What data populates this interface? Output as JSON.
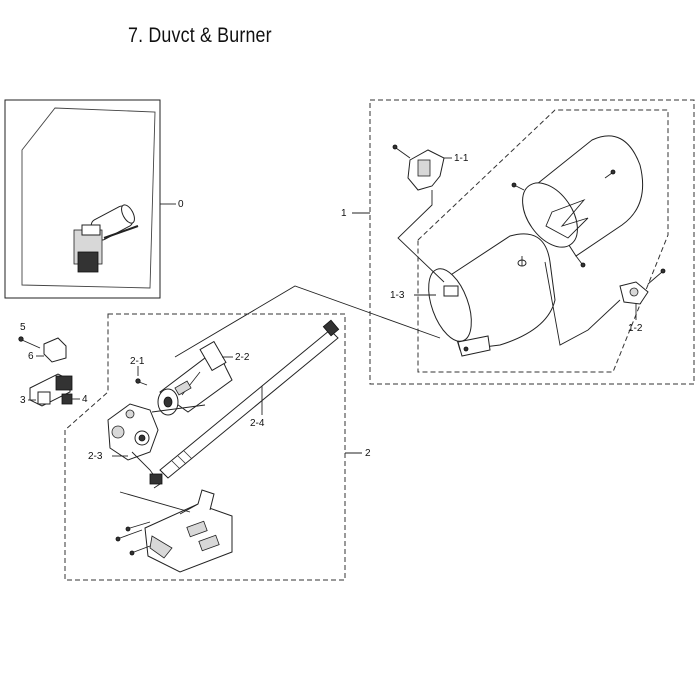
{
  "title": "7. Duvct & Burner",
  "callouts": {
    "c0": "0",
    "c1": "1",
    "c1_1": "1-1",
    "c1_2": "1-2",
    "c1_3": "1-3",
    "c2": "2",
    "c2_1": "2-1",
    "c2_2": "2-2",
    "c2_3": "2-3",
    "c2_4": "2-4",
    "c3": "3",
    "c4": "4",
    "c5": "5",
    "c6": "6"
  }
}
